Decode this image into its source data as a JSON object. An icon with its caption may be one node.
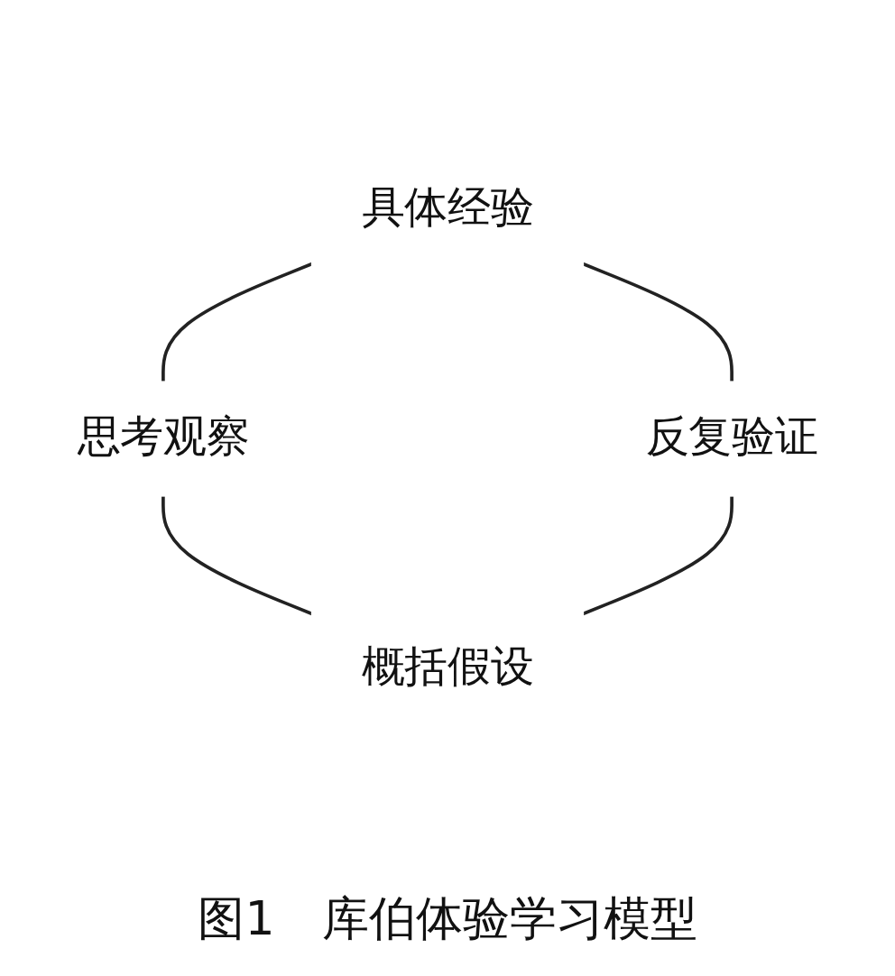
{
  "diagram": {
    "caption": "图1　库伯体验学习模型",
    "nodes": [
      {
        "text": [
          "具体经验"
        ]
      },
      {
        "text": [
          "反复验证"
        ]
      },
      {
        "text": [
          "思考观察"
        ]
      },
      {
        "text": [
          "概括假设"
        ]
      }
    ],
    "edges": [
      {
        "from": 0,
        "to": 1,
        "arrow": "none"
      },
      {
        "from": 0,
        "to": 2,
        "arrow": "none"
      },
      {
        "from": 2,
        "to": 3,
        "arrow": "none"
      },
      {
        "from": 1,
        "to": 3,
        "arrow": "none"
      }
    ]
  }
}
